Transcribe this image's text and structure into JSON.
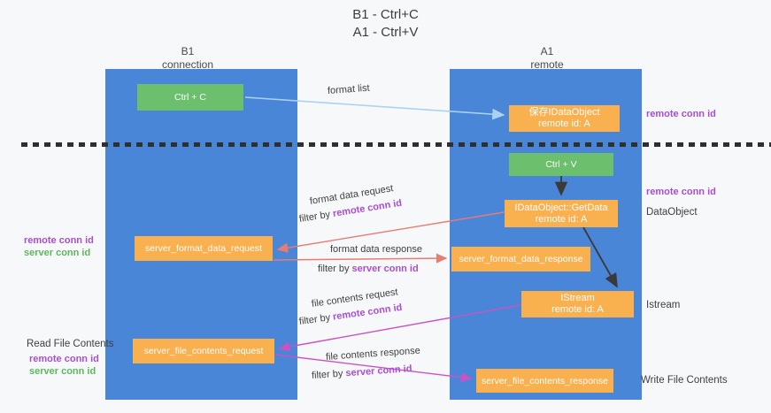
{
  "title": {
    "line1": "B1 - Ctrl+C",
    "line2": "A1 - Ctrl+V"
  },
  "columns": {
    "left": {
      "name": "B1",
      "role": "connection"
    },
    "right": {
      "name": "A1",
      "role": "remote"
    }
  },
  "boxes": {
    "ctrl_c": {
      "label": "Ctrl + C"
    },
    "save_idataobject": {
      "line1": "保存IDataObject",
      "line2": "remote id: A"
    },
    "ctrl_v": {
      "label": "Ctrl + V"
    },
    "getdata": {
      "line1": "IDataObject::GetData",
      "line2": "remote id: A"
    },
    "format_request": {
      "label": "server_format_data_request"
    },
    "format_response": {
      "label": "server_format_data_response"
    },
    "istream": {
      "line1": "IStream",
      "line2": "remote id: A"
    },
    "file_request": {
      "label": "server_file_contents_request"
    },
    "file_response": {
      "label": "server_file_contents_response"
    }
  },
  "edge_labels": {
    "format_list": "format list",
    "format_request": {
      "text": "format data request",
      "filter_prefix": "filter by ",
      "filter_value": "remote conn id"
    },
    "format_response": {
      "text": "format data response",
      "filter_prefix": "filter by ",
      "filter_value": "server conn id"
    },
    "file_request": {
      "text": "file contents request",
      "filter_prefix": "filter by ",
      "filter_value": "remote conn id"
    },
    "file_response": {
      "text": "file contents response",
      "filter_prefix": "filter by ",
      "filter_value": "server conn id"
    }
  },
  "annotations": {
    "right_top_remote_conn": "remote conn id",
    "right_mid_remote_conn": "remote conn id",
    "dataobject": "DataObject",
    "istream": "Istream",
    "write_file_contents": "Write File Contents",
    "left_remote_conn_1": "remote conn id",
    "left_server_conn_1": "server conn id",
    "read_file_contents": "Read File Contents",
    "left_remote_conn_2": "remote conn id",
    "left_server_conn_2": "server conn id"
  },
  "colors": {
    "lifeline_blue": "#4a86d8",
    "box_orange": "#f9b04e",
    "box_green": "#6cbf6d",
    "arrow_light_blue": "#a9d2f1",
    "arrow_red": "#e87b72",
    "arrow_magenta": "#cc52c4",
    "arrow_black": "#3a3a3a",
    "label_purple": "#a74fd0",
    "label_green": "#5cb85c",
    "dashed_line": "#2f2f2f"
  }
}
